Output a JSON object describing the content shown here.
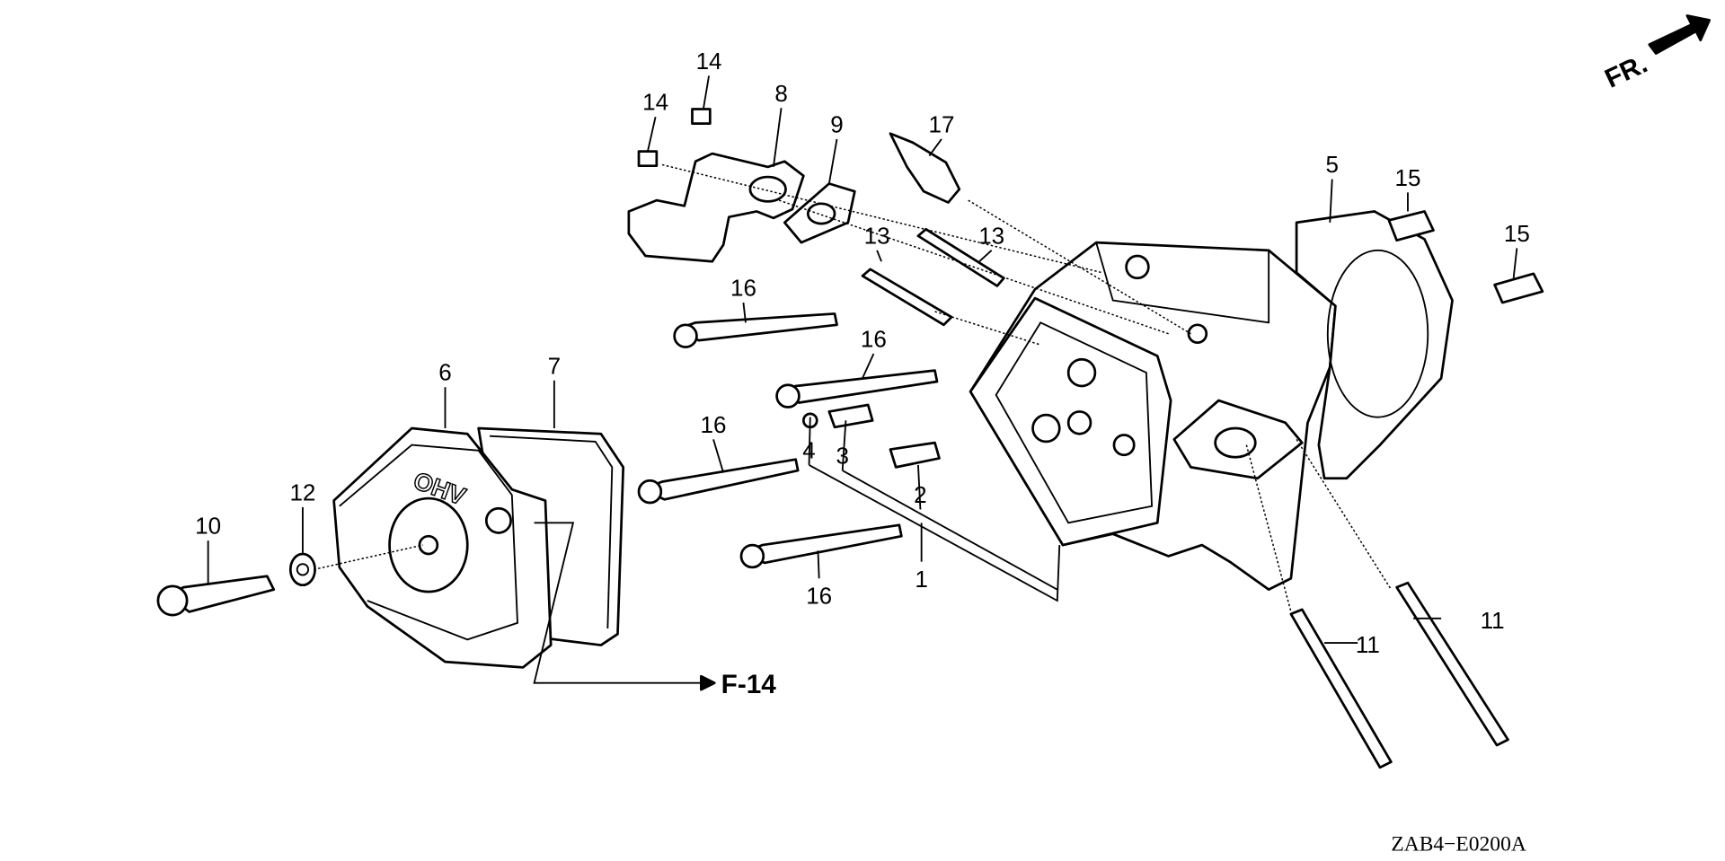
{
  "diagram_code": "ZAB4−E0200A",
  "direction_label": "FR.",
  "reference_label": "F-14",
  "cover_logo": "OHV",
  "callouts": [
    {
      "id": "c14a",
      "text": "14"
    },
    {
      "id": "c14b",
      "text": "14"
    },
    {
      "id": "c8",
      "text": "8"
    },
    {
      "id": "c9",
      "text": "9"
    },
    {
      "id": "c17",
      "text": "17"
    },
    {
      "id": "c5",
      "text": "5"
    },
    {
      "id": "c15a",
      "text": "15"
    },
    {
      "id": "c15b",
      "text": "15"
    },
    {
      "id": "c13a",
      "text": "13"
    },
    {
      "id": "c13b",
      "text": "13"
    },
    {
      "id": "c16a",
      "text": "16"
    },
    {
      "id": "c16b",
      "text": "16"
    },
    {
      "id": "c16c",
      "text": "16"
    },
    {
      "id": "c6",
      "text": "6"
    },
    {
      "id": "c7",
      "text": "7"
    },
    {
      "id": "c4",
      "text": "4"
    },
    {
      "id": "c3",
      "text": "3"
    },
    {
      "id": "c2",
      "text": "2"
    },
    {
      "id": "c12",
      "text": "12"
    },
    {
      "id": "c10",
      "text": "10"
    },
    {
      "id": "c1",
      "text": "1"
    },
    {
      "id": "c16d",
      "text": "16"
    },
    {
      "id": "c11a",
      "text": "11"
    },
    {
      "id": "c11b",
      "text": "11"
    }
  ]
}
